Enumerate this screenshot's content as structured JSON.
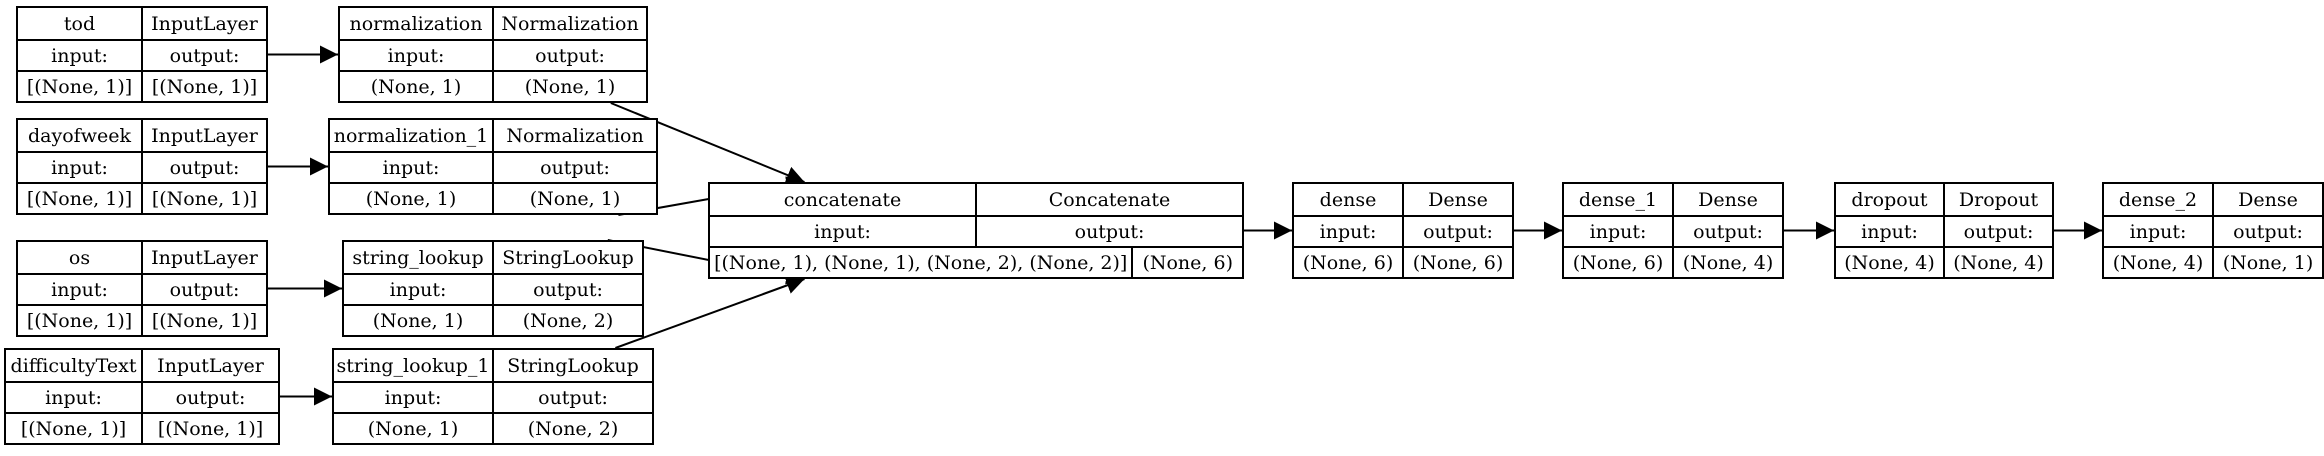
{
  "nodes": {
    "tod": {
      "name": "tod",
      "type": "InputLayer",
      "input_label": "input:",
      "output_label": "output:",
      "input_shape": "[(None, 1)]",
      "output_shape": "[(None, 1)]"
    },
    "dayofweek": {
      "name": "dayofweek",
      "type": "InputLayer",
      "input_label": "input:",
      "output_label": "output:",
      "input_shape": "[(None, 1)]",
      "output_shape": "[(None, 1)]"
    },
    "os": {
      "name": "os",
      "type": "InputLayer",
      "input_label": "input:",
      "output_label": "output:",
      "input_shape": "[(None, 1)]",
      "output_shape": "[(None, 1)]"
    },
    "difficultyText": {
      "name": "difficultyText",
      "type": "InputLayer",
      "input_label": "input:",
      "output_label": "output:",
      "input_shape": "[(None, 1)]",
      "output_shape": "[(None, 1)]"
    },
    "normalization": {
      "name": "normalization",
      "type": "Normalization",
      "input_label": "input:",
      "output_label": "output:",
      "input_shape": "(None, 1)",
      "output_shape": "(None, 1)"
    },
    "normalization_1": {
      "name": "normalization_1",
      "type": "Normalization",
      "input_label": "input:",
      "output_label": "output:",
      "input_shape": "(None, 1)",
      "output_shape": "(None, 1)"
    },
    "string_lookup": {
      "name": "string_lookup",
      "type": "StringLookup",
      "input_label": "input:",
      "output_label": "output:",
      "input_shape": "(None, 1)",
      "output_shape": "(None, 2)"
    },
    "string_lookup_1": {
      "name": "string_lookup_1",
      "type": "StringLookup",
      "input_label": "input:",
      "output_label": "output:",
      "input_shape": "(None, 1)",
      "output_shape": "(None, 2)"
    },
    "concatenate": {
      "name": "concatenate",
      "type": "Concatenate",
      "input_label": "input:",
      "output_label": "output:",
      "input_shape": "[(None, 1), (None, 1), (None, 2), (None, 2)]",
      "output_shape": "(None, 6)"
    },
    "dense": {
      "name": "dense",
      "type": "Dense",
      "input_label": "input:",
      "output_label": "output:",
      "input_shape": "(None, 6)",
      "output_shape": "(None, 6)"
    },
    "dense_1": {
      "name": "dense_1",
      "type": "Dense",
      "input_label": "input:",
      "output_label": "output:",
      "input_shape": "(None, 6)",
      "output_shape": "(None, 4)"
    },
    "dropout": {
      "name": "dropout",
      "type": "Dropout",
      "input_label": "input:",
      "output_label": "output:",
      "input_shape": "(None, 4)",
      "output_shape": "(None, 4)"
    },
    "dense_2": {
      "name": "dense_2",
      "type": "Dense",
      "input_label": "input:",
      "output_label": "output:",
      "input_shape": "(None, 4)",
      "output_shape": "(None, 1)"
    }
  },
  "edges": [
    [
      "tod",
      "normalization"
    ],
    [
      "dayofweek",
      "normalization_1"
    ],
    [
      "os",
      "string_lookup"
    ],
    [
      "difficultyText",
      "string_lookup_1"
    ],
    [
      "normalization",
      "concatenate"
    ],
    [
      "normalization_1",
      "concatenate"
    ],
    [
      "string_lookup",
      "concatenate"
    ],
    [
      "string_lookup_1",
      "concatenate"
    ],
    [
      "concatenate",
      "dense"
    ],
    [
      "dense",
      "dense_1"
    ],
    [
      "dense_1",
      "dropout"
    ],
    [
      "dropout",
      "dense_2"
    ]
  ]
}
